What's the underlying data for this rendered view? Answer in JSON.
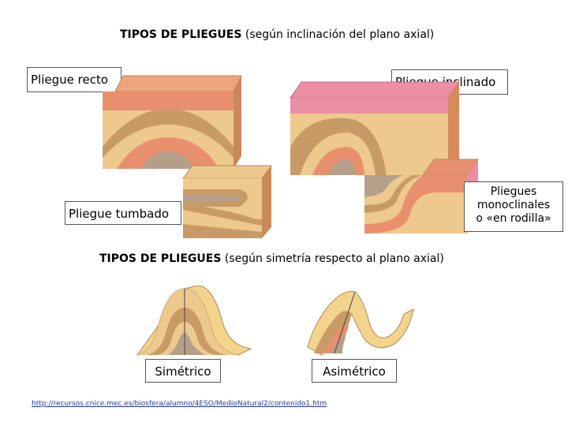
{
  "headings": {
    "axial_bold": "TIPOS DE PLIEGUES",
    "axial_rest": " (según inclinación del plano axial)",
    "symmetry_bold": "TIPOS DE PLIEGUES",
    "symmetry_rest": " (según simetría respecto al plano axial)"
  },
  "labels": {
    "recto": "Pliegue recto",
    "inclinado": "Pliegue inclinado",
    "tumbado": "Pliegue tumbado",
    "monoclinal_line1": "Pliegues",
    "monoclinal_line2": "monoclinales",
    "monoclinal_line3": "o «en rodilla»",
    "simetrico": "Simétrico",
    "asimetrico": "Asimétrico"
  },
  "source_link": "http://recursos.cnice.mec.es/biosfera/alumno/4ESO/MedioNatural2/contenido1.htm",
  "colors": {
    "salmon": "#e8906e",
    "tan": "#eec98e",
    "brown": "#c89a66",
    "pink": "#ec8fa6",
    "gray_brown": "#b4a08a",
    "side_shade": "#c98a5a"
  }
}
